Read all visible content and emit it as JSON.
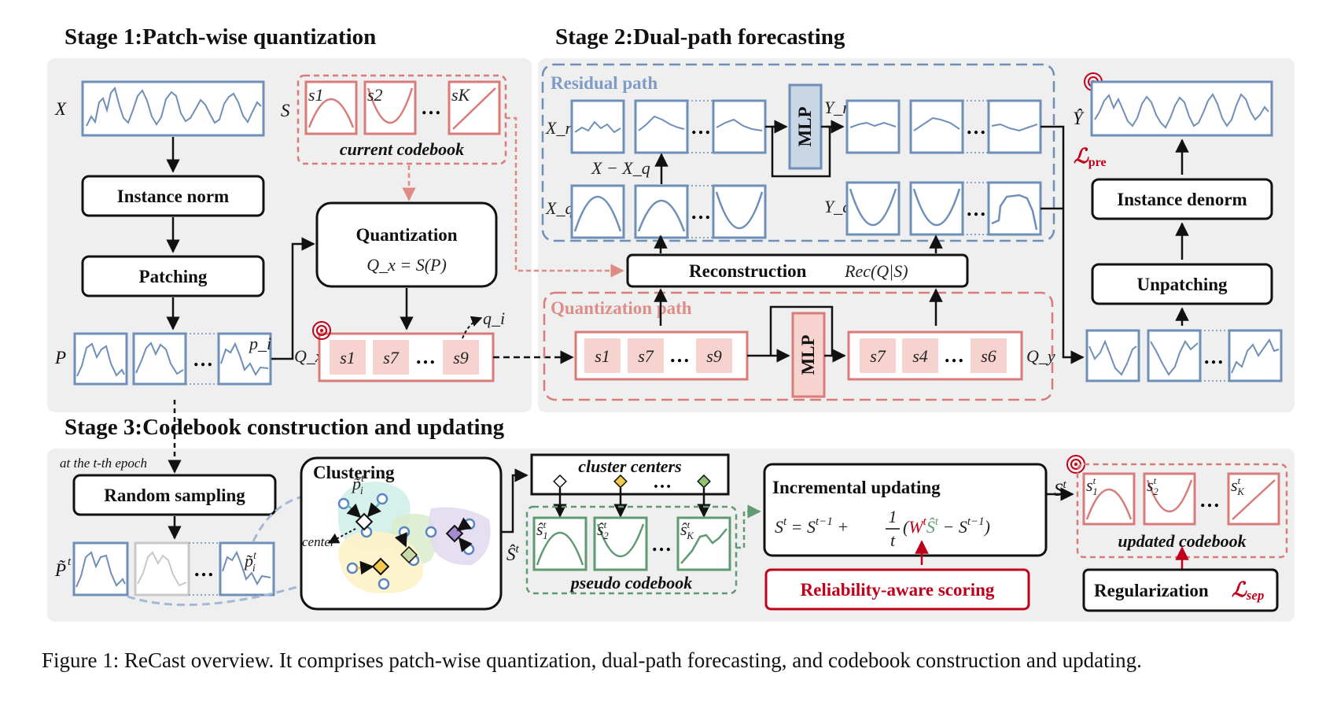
{
  "stage1": {
    "title": "Stage 1:Patch-wise quantization",
    "input_label": "X",
    "codebook_label": "S",
    "codebook_tokens": [
      "s1",
      "s2",
      "sK"
    ],
    "codebook_caption": "current codebook",
    "instance_norm": "Instance norm",
    "patching": "Patching",
    "quantization_title": "Quantization",
    "quantization_formula": "Q_x = S(P)",
    "patches_label": "P",
    "patch_token": "p_i",
    "qx_label": "Q_x",
    "qx_tokens": [
      "s1",
      "s7",
      "s9"
    ],
    "qi_label": "q_i"
  },
  "stage2": {
    "title": "Stage 2:Dual-path forecasting",
    "residual_path": "Residual path",
    "quantization_path": "Quantization path",
    "xr_label": "X_r",
    "xq_label": "X_q",
    "residual_expr": "X − X_q",
    "yr_label": "Y_r",
    "yq_label": "Y_q",
    "mlp": "MLP",
    "reconstruction": "Reconstruction",
    "rec_formula": "Rec(Q|S)",
    "qpath_in_tokens": [
      "s1",
      "s7",
      "s9"
    ],
    "qpath_out_tokens": [
      "s7",
      "s4",
      "s6"
    ],
    "qy_label": "Q_y",
    "y_hat_label": "Ŷ",
    "loss_pre": "pre",
    "instance_denorm": "Instance denorm",
    "unpatching": "Unpatching"
  },
  "stage3": {
    "title": "Stage 3:Codebook construction and updating",
    "epoch_note": "at the t-th epoch",
    "random_sampling": "Random sampling",
    "sampled_label": "P̃",
    "clustering": "Clustering",
    "center_label": "center",
    "cluster_centers": "cluster centers",
    "pseudo_codebook": "pseudo codebook",
    "s_hat_label": "Ŝ",
    "incremental_title": "Incremental updating",
    "reliability": "Reliability-aware scoring",
    "st_label": "S",
    "updated_codebook": "updated codebook",
    "regularization": "Regularization",
    "loss_sep": "sep"
  },
  "caption": "Figure 1: ReCast overview. It comprises patch-wise quantization, dual-path forecasting, and codebook construction and updating.",
  "colors": {
    "panel_bg": "#efefef",
    "blue": "#6f8fb9",
    "blue_fill": "#c9d6e6",
    "red": "#d97b78",
    "red_fill": "#f6d3cf",
    "dark_red": "#c0001a",
    "green": "#5f9a72",
    "residual_title": "#7f9cc4",
    "quant_title": "#de8d88"
  }
}
